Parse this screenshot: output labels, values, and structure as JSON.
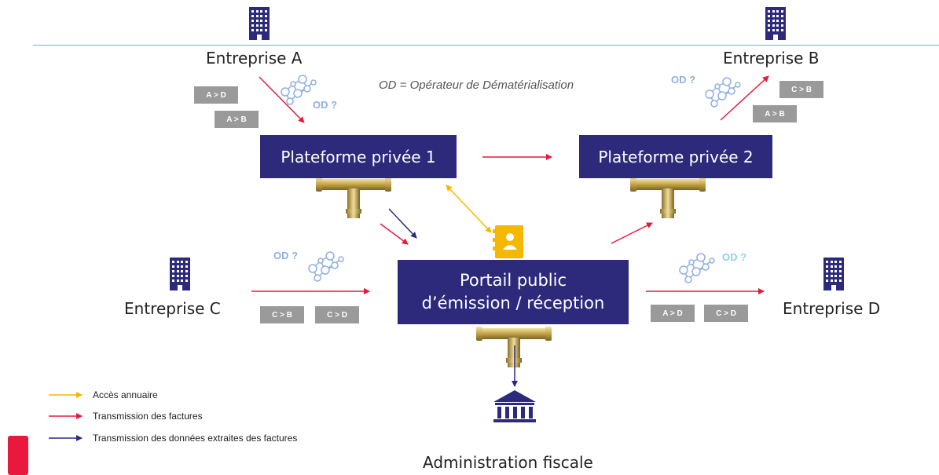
{
  "definition": "OD = Opérateur de Dématérialisation",
  "companies": {
    "a": "Entreprise A",
    "b": "Entreprise B",
    "c": "Entreprise C",
    "d": "Entreprise D"
  },
  "platforms": {
    "private1": "Plateforme privée 1",
    "private2": "Plateforme privée 2",
    "portal_line1": "Portail public",
    "portal_line2": "d’émission / réception"
  },
  "administration": "Administration fiscale",
  "od_label": "OD ?",
  "flow_tags": {
    "a_to_d": "A > D",
    "a_to_b": "A > B",
    "c_to_b": "C > B",
    "c_to_d": "C > D"
  },
  "legend": [
    {
      "label": "Accès annuaire",
      "color": "#f5b800"
    },
    {
      "label": "Transmission des factures",
      "color": "#e8193c"
    },
    {
      "label": "Transmission des données extraites des factures",
      "color": "#2d2a7b"
    }
  ],
  "icons": [
    "building-icon",
    "network-icon",
    "directory-icon",
    "bank-icon",
    "pipe-tee-icon"
  ],
  "colors": {
    "box": "#2d2a7b",
    "tag": "#9a9a9a",
    "invoice_arrow": "#e8193c",
    "data_arrow": "#2d2a7b",
    "directory_arrow": "#f5b800",
    "od_text": "#8fb0e0"
  }
}
